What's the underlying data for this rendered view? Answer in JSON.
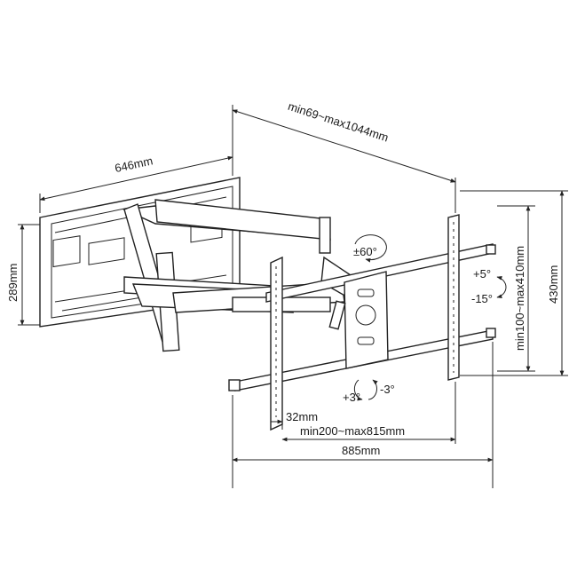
{
  "dimensions": {
    "wall_plate_width": "646mm",
    "wall_plate_height": "289mm",
    "arm_extension": "min69~max1044mm",
    "vesa_vertical": "min100~max410mm",
    "vertical_total": "430mm",
    "rail_spacing_min": "32mm",
    "vesa_horizontal": "min200~max815mm",
    "horizontal_total": "885mm"
  },
  "rotation": {
    "swivel": "±60°",
    "tilt_up": "+5°",
    "tilt_down": "-15°",
    "level_plus": "+3°",
    "level_minus": "-3°"
  }
}
